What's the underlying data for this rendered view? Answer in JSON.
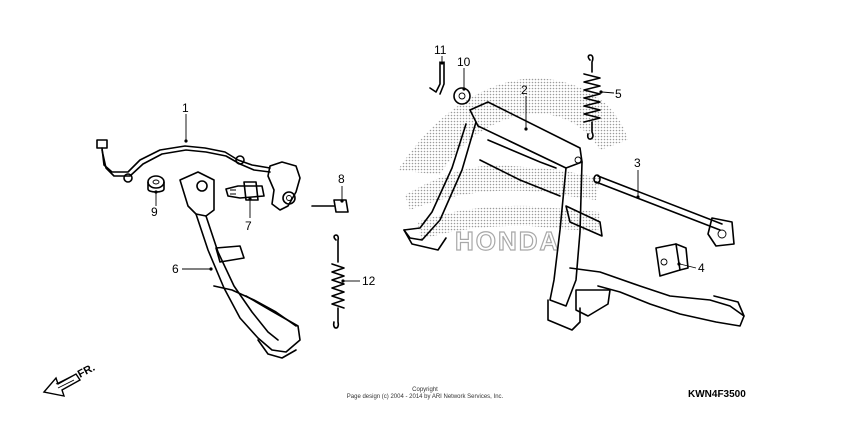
{
  "diagram": {
    "code": "KWN4F3500",
    "copyright_line1": "Copyright",
    "copyright_line2": "Page design (c) 2004 - 2014 by ARI Network Services, Inc.",
    "direction_label": "FR.",
    "watermark": "HONDA",
    "callouts": [
      {
        "id": "1",
        "label": "1"
      },
      {
        "id": "2",
        "label": "2"
      },
      {
        "id": "3",
        "label": "3"
      },
      {
        "id": "4",
        "label": "4"
      },
      {
        "id": "5",
        "label": "5"
      },
      {
        "id": "6",
        "label": "6"
      },
      {
        "id": "7",
        "label": "7"
      },
      {
        "id": "8",
        "label": "8"
      },
      {
        "id": "9",
        "label": "9"
      },
      {
        "id": "10",
        "label": "10"
      },
      {
        "id": "11",
        "label": "11"
      },
      {
        "id": "12",
        "label": "12"
      }
    ]
  },
  "colors": {
    "line": "#000000",
    "watermark": "#9a9a9a",
    "background": "#ffffff"
  }
}
